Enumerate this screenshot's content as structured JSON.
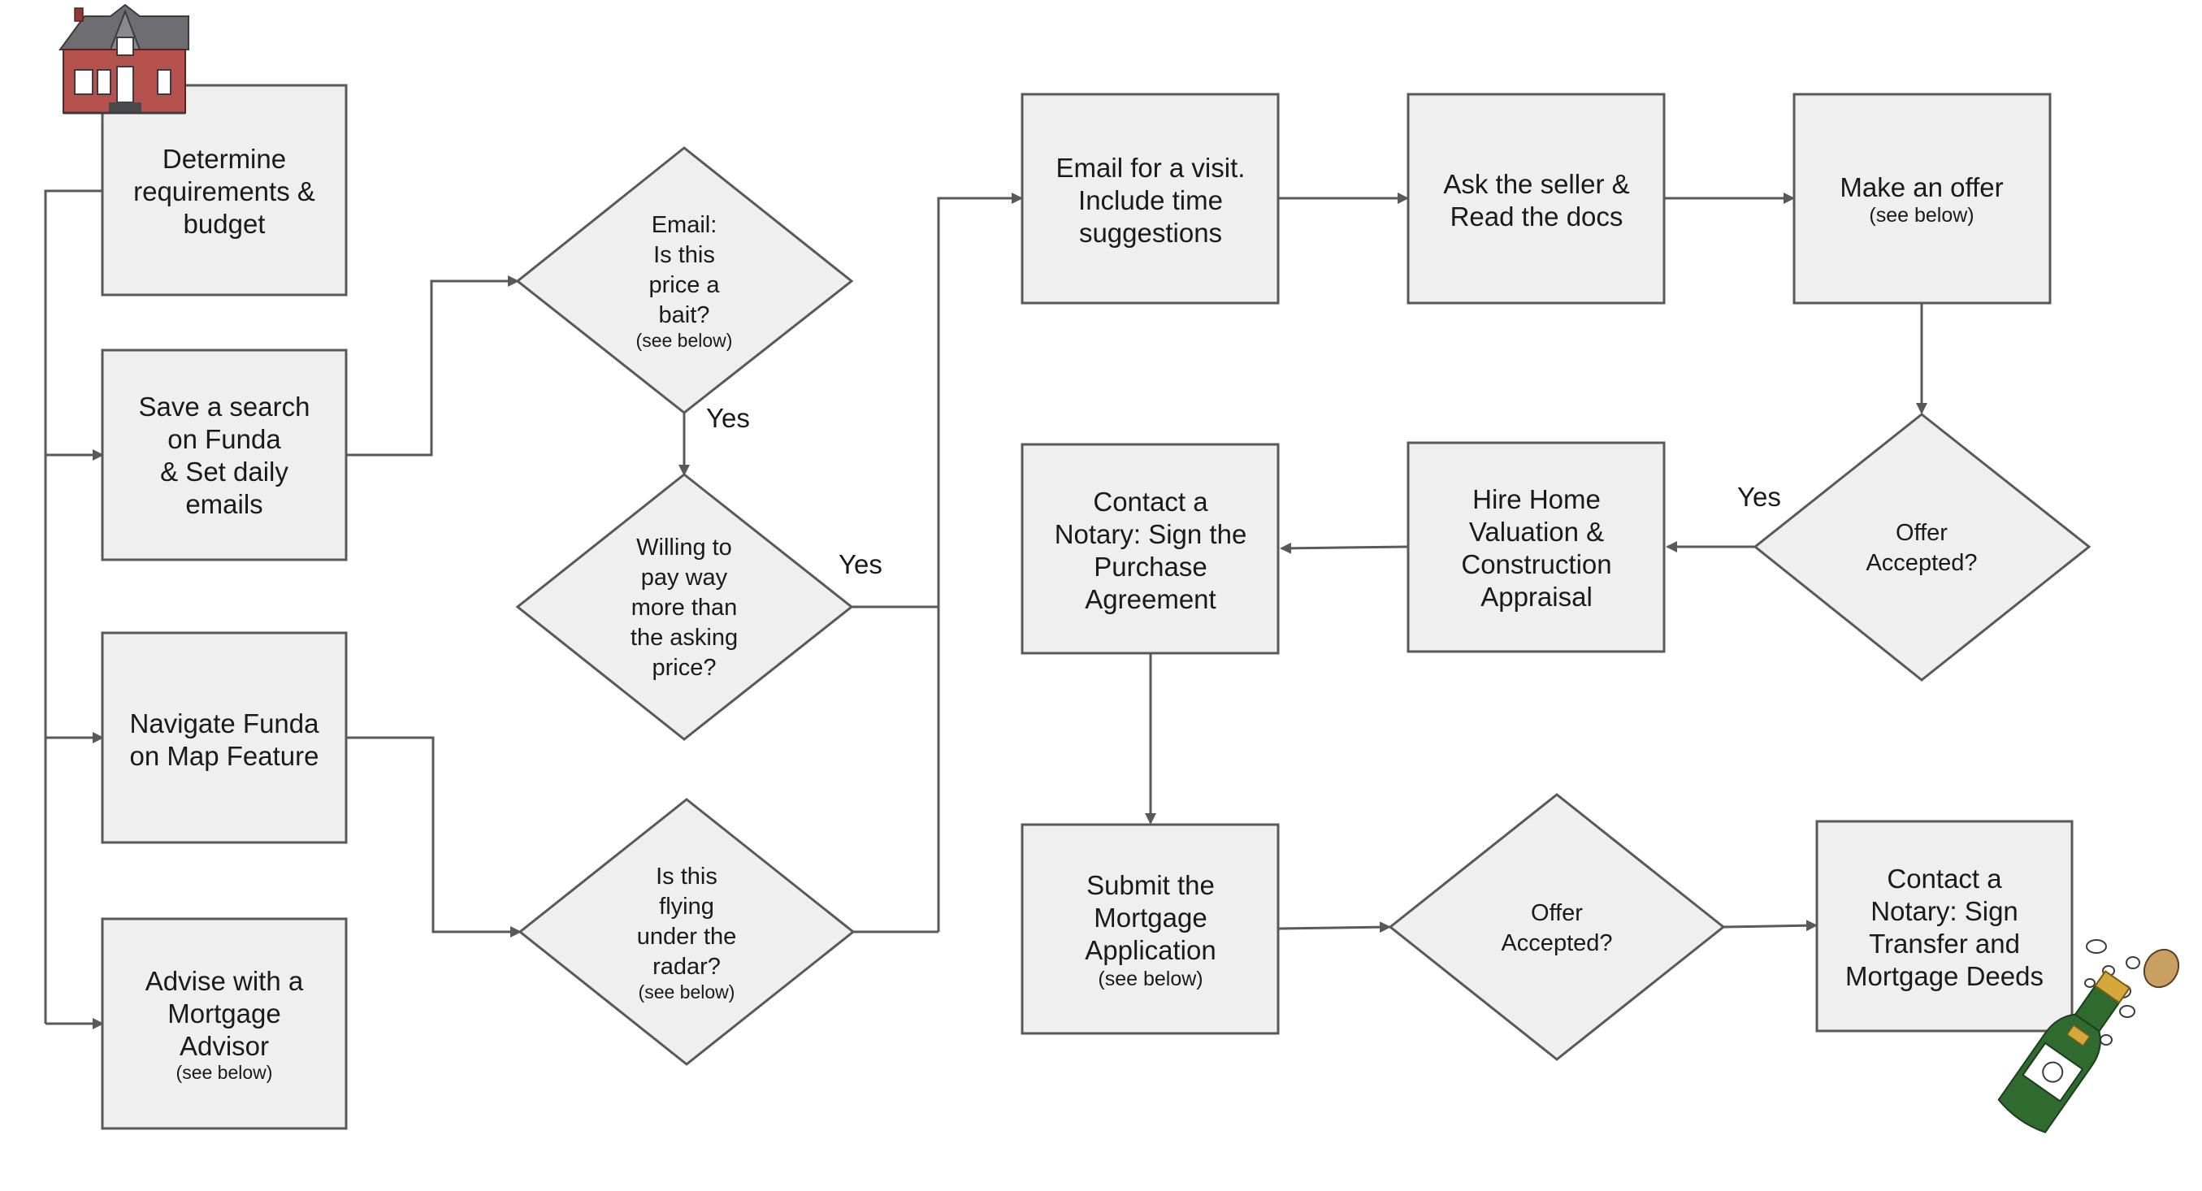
{
  "nodes": {
    "determine": {
      "lines": [
        "Determine",
        "requirements &",
        "budget"
      ],
      "note": ""
    },
    "save_search": {
      "lines": [
        "Save a search",
        "on Funda",
        "& Set daily",
        "emails"
      ],
      "note": ""
    },
    "navigate": {
      "lines": [
        "Navigate Funda",
        "on Map Feature"
      ],
      "note": ""
    },
    "advise": {
      "lines": [
        "Advise with a",
        "Mortgage",
        "Advisor"
      ],
      "note": "(see below)"
    },
    "email_bait": {
      "lines": [
        "Email:",
        "Is this",
        "price a",
        "bait?"
      ],
      "note": "(see below)"
    },
    "willing_pay": {
      "lines": [
        "Willing to",
        "pay way",
        "more than",
        "the asking",
        "price?"
      ],
      "note": ""
    },
    "under_radar": {
      "lines": [
        "Is this",
        "flying",
        "under the",
        "radar?"
      ],
      "note": "(see below)"
    },
    "email_visit": {
      "lines": [
        "Email for a visit.",
        "Include time",
        "suggestions"
      ],
      "note": ""
    },
    "ask_seller": {
      "lines": [
        "Ask the seller &",
        "Read the docs"
      ],
      "note": ""
    },
    "make_offer": {
      "lines": [
        "Make an offer"
      ],
      "note": "(see below)"
    },
    "offer_accepted_1": {
      "lines": [
        "Offer",
        "Accepted?"
      ],
      "note": ""
    },
    "hire_valuation": {
      "lines": [
        "Hire Home",
        "Valuation &",
        "Construction",
        "Appraisal"
      ],
      "note": ""
    },
    "contact_notary_purchase": {
      "lines": [
        "Contact a",
        "Notary: Sign the",
        "Purchase",
        "Agreement"
      ],
      "note": ""
    },
    "submit_mortgage": {
      "lines": [
        "Submit the",
        "Mortgage",
        "Application"
      ],
      "note": "(see below)"
    },
    "offer_accepted_2": {
      "lines": [
        "Offer",
        "Accepted?"
      ],
      "note": ""
    },
    "contact_notary_transfer": {
      "lines": [
        "Contact a",
        "Notary: Sign",
        "Transfer and",
        "Mortgage Deeds"
      ],
      "note": ""
    }
  },
  "edge_labels": {
    "bait_yes": "Yes",
    "willing_yes": "Yes",
    "offer_yes": "Yes"
  },
  "colors": {
    "node_fill": "#efefef",
    "node_stroke": "#595959",
    "edge": "#595959",
    "text": "#1a1a1a"
  },
  "icons": {
    "house": "house-icon",
    "champagne": "champagne-bottle-icon"
  }
}
